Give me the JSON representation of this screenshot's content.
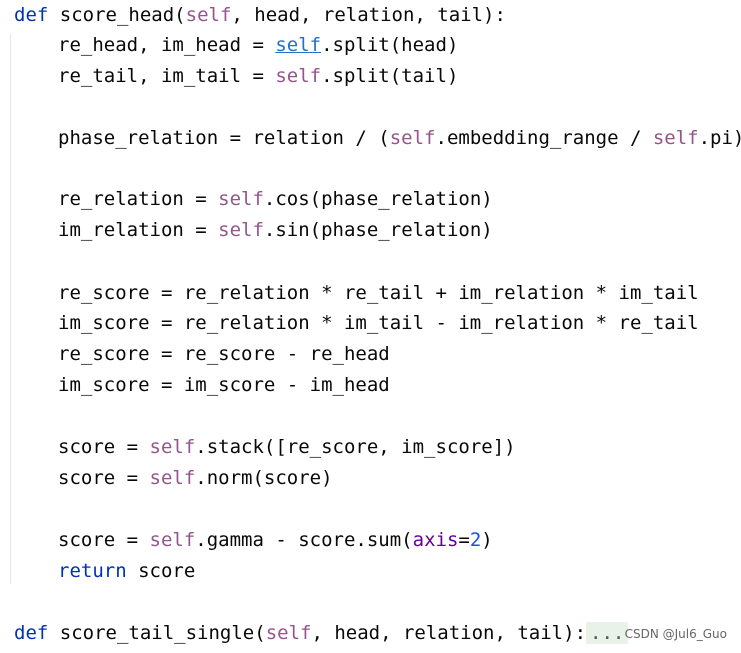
{
  "code": {
    "l1": {
      "kw": "def",
      "name": "score_head",
      "p_open": "(",
      "self": "self",
      "params": ", head, relation, tail):"
    },
    "l2": {
      "lhs": "re_head, im_head = ",
      "self": "self",
      "rest": ".split(head)"
    },
    "l3": {
      "lhs": "re_tail, im_tail = ",
      "self": "self",
      "rest": ".split(tail)"
    },
    "l4": {
      "a": "phase_relation = relation / (",
      "self1": "self",
      "b": ".embedding_range / ",
      "self2": "self",
      "c": ".pi)"
    },
    "l5": {
      "lhs": "re_relation = ",
      "self": "self",
      "rest": ".cos(phase_relation)"
    },
    "l6": {
      "lhs": "im_relation = ",
      "self": "self",
      "rest": ".sin(phase_relation)"
    },
    "l7": {
      "text": "re_score = re_relation * re_tail + im_relation * im_tail"
    },
    "l8": {
      "text": "im_score = re_relation * im_tail - im_relation * re_tail"
    },
    "l9": {
      "text": "re_score = re_score - re_head"
    },
    "l10": {
      "text": "im_score = im_score - im_head"
    },
    "l11": {
      "lhs": "score = ",
      "self": "self",
      "rest": ".stack([re_score, im_score])"
    },
    "l12": {
      "lhs": "score = ",
      "self": "self",
      "rest": ".norm(score)"
    },
    "l13": {
      "lhs": "score = ",
      "self": "self",
      "mid": ".gamma - score.sum(",
      "kwarg": "axis",
      "eq": "=",
      "num": "2",
      "end": ")"
    },
    "l14": {
      "kw": "return",
      "rest": " score"
    },
    "l15": {
      "kw": "def",
      "name": "score_tail_single",
      "p_open": "(",
      "self": "self",
      "params": ", head, relation, tail):",
      "fold": "..."
    }
  },
  "watermark": "CSDN @Jul6_Guo",
  "colors": {
    "keyword": "#0033b3",
    "self": "#94558d",
    "number": "#1750eb",
    "kwarg": "#660099",
    "link": "#2470c6",
    "text": "#080808"
  }
}
